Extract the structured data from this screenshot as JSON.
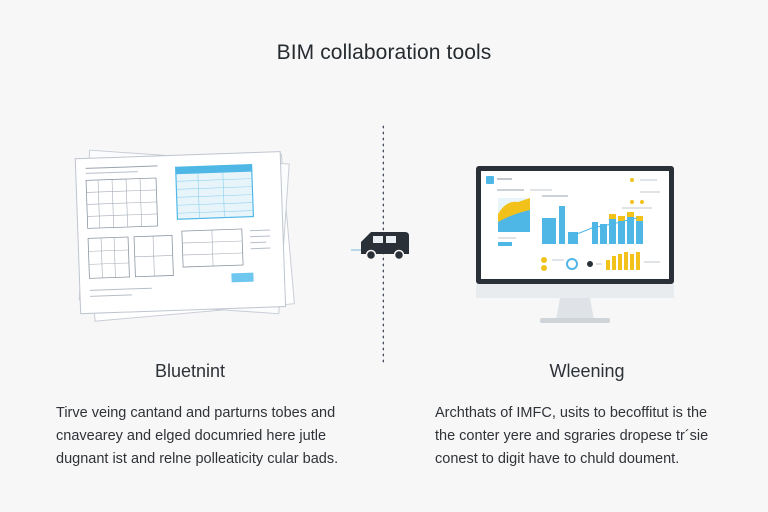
{
  "header": {
    "title": "BIM collaboration tools"
  },
  "left": {
    "heading": "Bluetnint",
    "lines": [
      "Tirve veing cantand and parturns tobes and",
      "cnavearey and elged documried here jutle",
      "dugnant ist and relne polleaticity cular bads."
    ]
  },
  "right": {
    "heading": "Wleening",
    "lines": [
      "Archthats of IMFC, usits to becoffitut is the",
      "the conter yere and sgraries dropese tr´sie",
      "conest to digit have to chuld doument."
    ]
  },
  "colors": {
    "accent_blue": "#4fb7e6",
    "accent_yellow": "#f2c21b",
    "dark": "#2a3038"
  },
  "icons": {
    "center": "vehicle-icon",
    "left_illustration": "blueprint-documents-icon",
    "right_illustration": "monitor-dashboard-icon"
  }
}
